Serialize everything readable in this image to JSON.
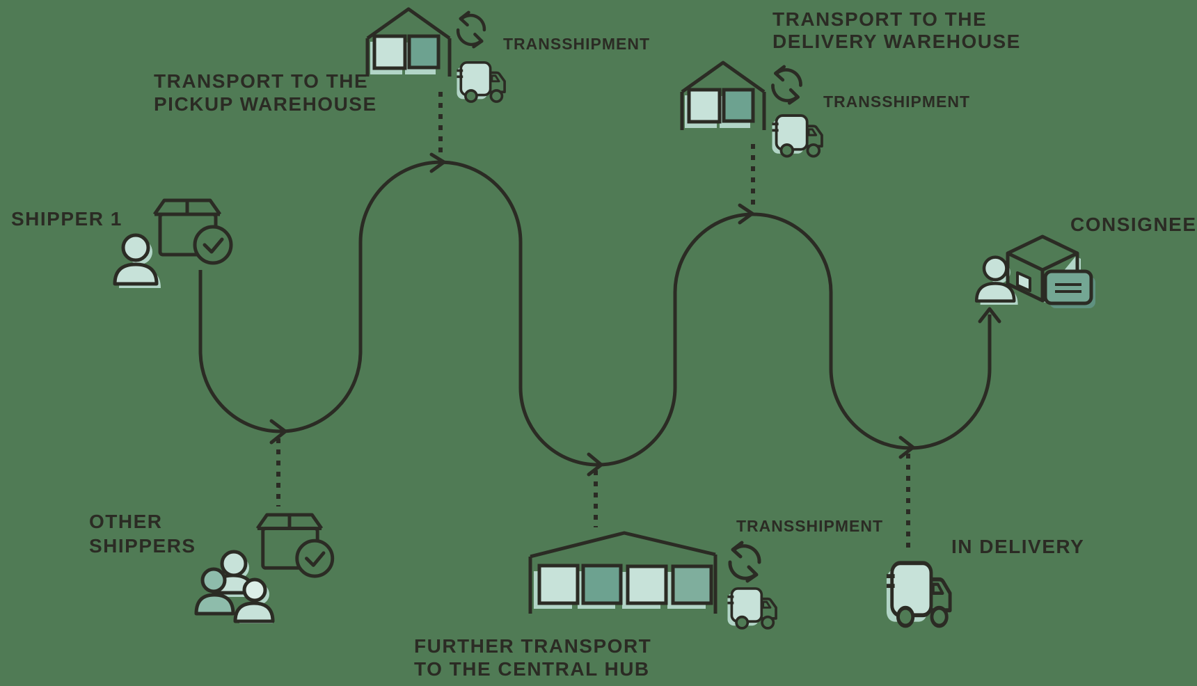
{
  "diagram_title": "shipment-journey-flow",
  "palette": {
    "bg": "#507b55",
    "ink": "#2b2b24",
    "mint": "#c7e2d9",
    "mintSoft": "#b2d5c7",
    "mintLight": "#dcefe8",
    "teal": "#6da290",
    "tealMid": "#7fae9d",
    "tealDeep": "#8ebcab",
    "card": "#74a794",
    "cardShadow": "#5f9180"
  },
  "labels": {
    "shipper1": "SHIPPER 1",
    "transport_pickup_line1": "TRANSPORT TO THE",
    "transport_pickup_line2": "PICKUP WAREHOUSE",
    "transshipment_pickup": "TRANSSHIPMENT",
    "other_shippers_line1": "OTHER",
    "other_shippers_line2": "SHIPPERS",
    "central_hub_line1": "FURTHER TRANSPORT",
    "central_hub_line2": "TO THE CENTRAL HUB",
    "transshipment_hub": "TRANSSHIPMENT",
    "transport_delivery_line1": "TRANSPORT TO THE",
    "transport_delivery_line2": "DELIVERY WAREHOUSE",
    "transshipment_delivery": "TRANSSHIPMENT",
    "in_delivery": "IN DELIVERY",
    "consignee": "CONSIGNEE"
  },
  "icons": [
    "person-icon",
    "parcel-check-icon",
    "warehouse-icon",
    "cycle-arrows-icon",
    "truck-icon",
    "people-group-icon",
    "central-hub-icon",
    "consignee-box-icon",
    "delivery-note-icon",
    "route-arrow-icon"
  ]
}
